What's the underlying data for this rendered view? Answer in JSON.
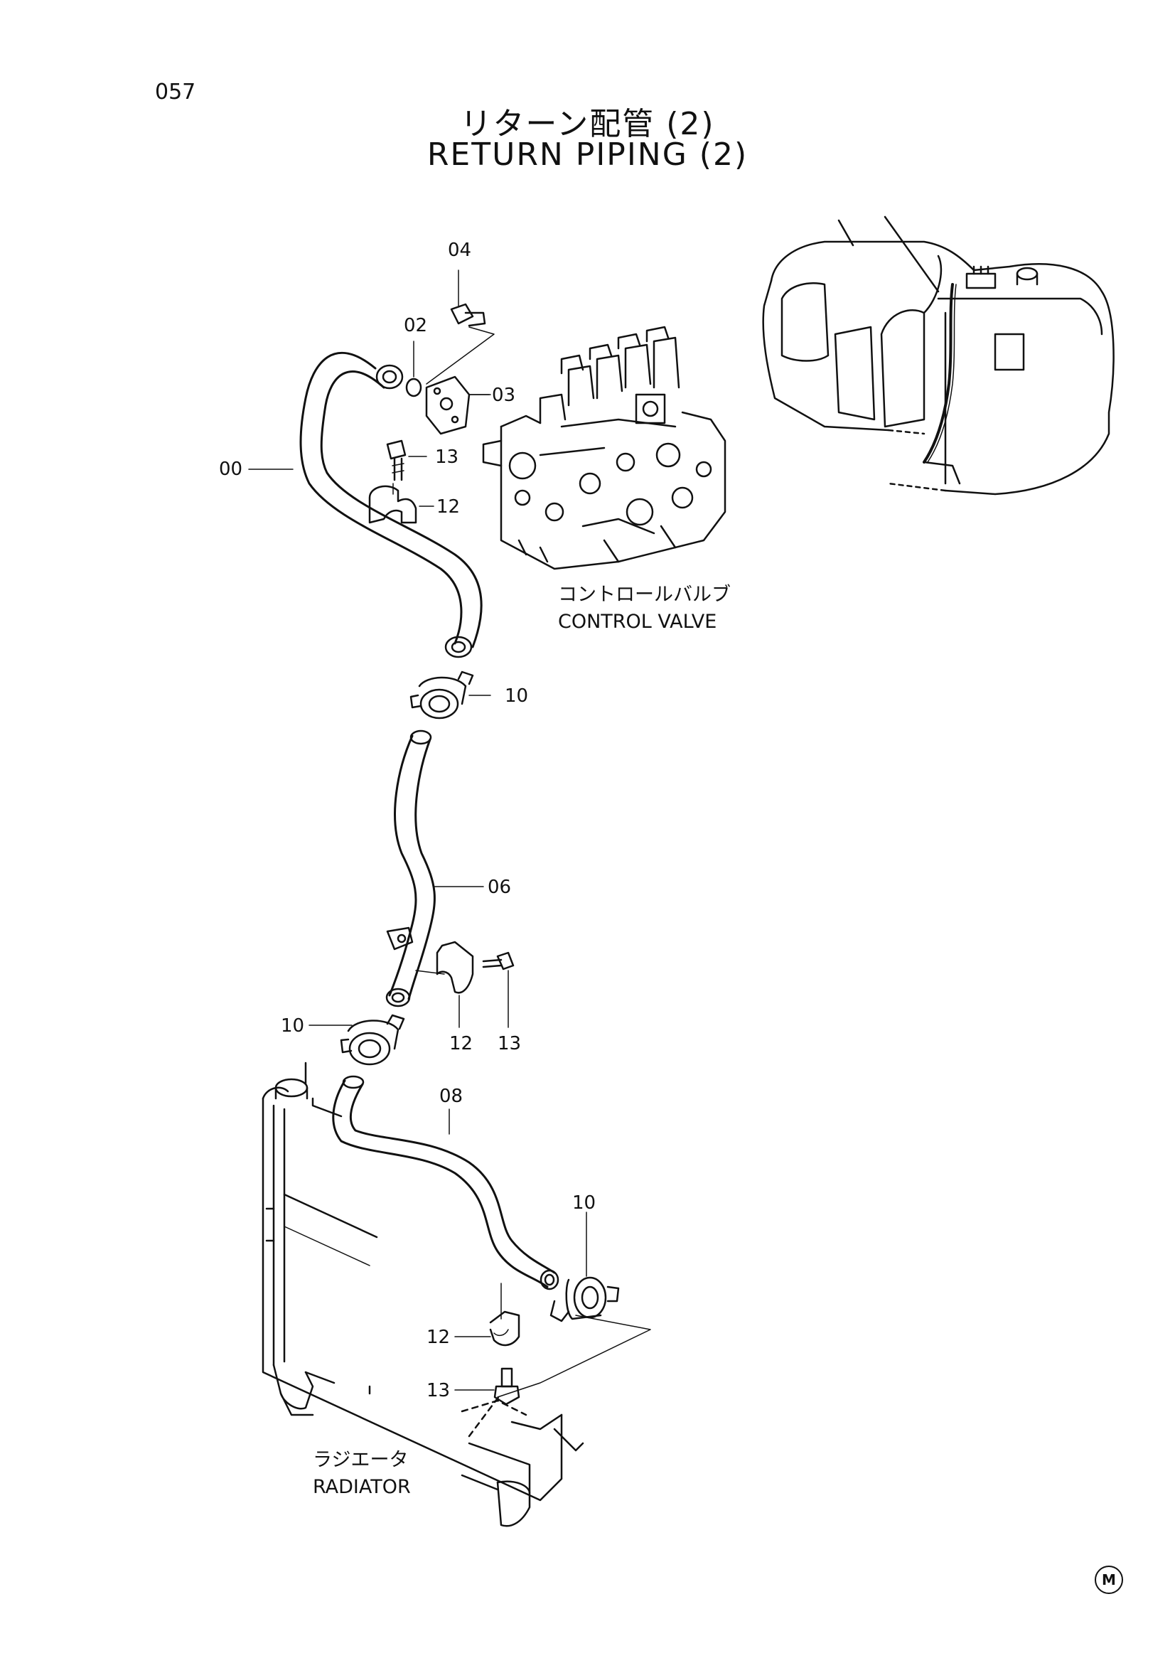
{
  "header": {
    "page_number": "057",
    "title_jp": "リターン配管 (2)",
    "title_en": "RETURN PIPING (2)"
  },
  "components": {
    "control_valve_jp": "コントロールバルブ",
    "control_valve_en": "CONTROL VALVE",
    "radiator_jp": "ラジエータ",
    "radiator_en": "RADIATOR"
  },
  "part_numbers": {
    "p00": "00",
    "p02": "02",
    "p03": "03",
    "p04": "04",
    "p06": "06",
    "p08": "08",
    "p10_upper": "10",
    "p10_middle": "10",
    "p10_lower": "10",
    "p12_upper": "12",
    "p12_middle": "12",
    "p12_lower": "12",
    "p13_upper": "13",
    "p13_middle": "13",
    "p13_lower": "13"
  },
  "footer": {
    "mark": "M"
  }
}
